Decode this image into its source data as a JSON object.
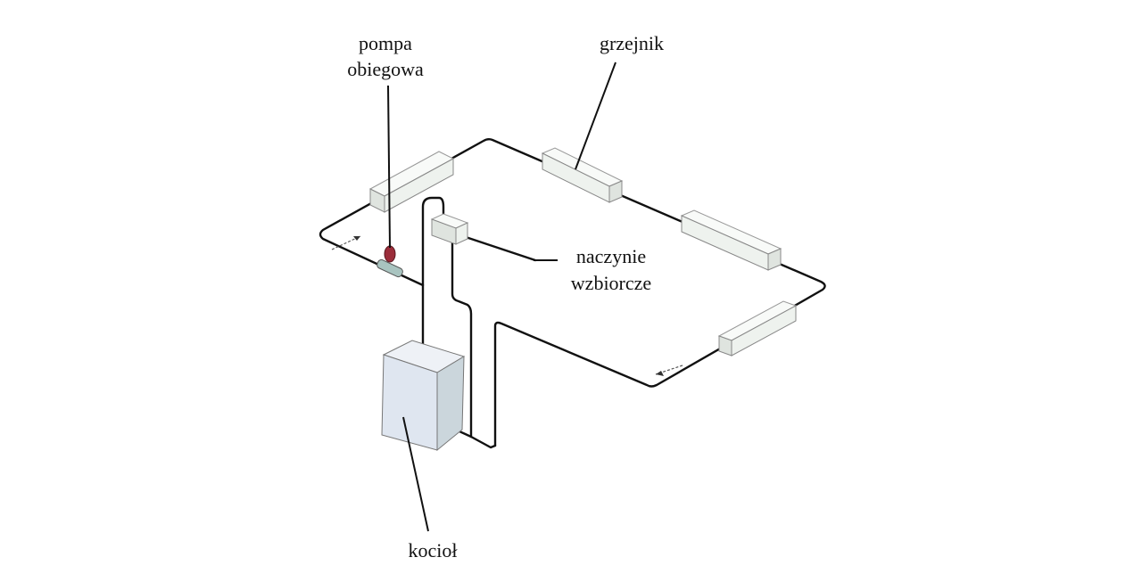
{
  "labels": {
    "pump_line1": "pompa",
    "pump_line2": "obiegowa",
    "radiator": "grzejnik",
    "vessel_line1": "naczynie",
    "vessel_line2": "wzbiorcze",
    "boiler": "kocioł"
  },
  "colors": {
    "pipe": "#111111",
    "pump": "#9b2d3a",
    "boiler": "#dfe6f0",
    "radiator": "#eef2ee"
  }
}
